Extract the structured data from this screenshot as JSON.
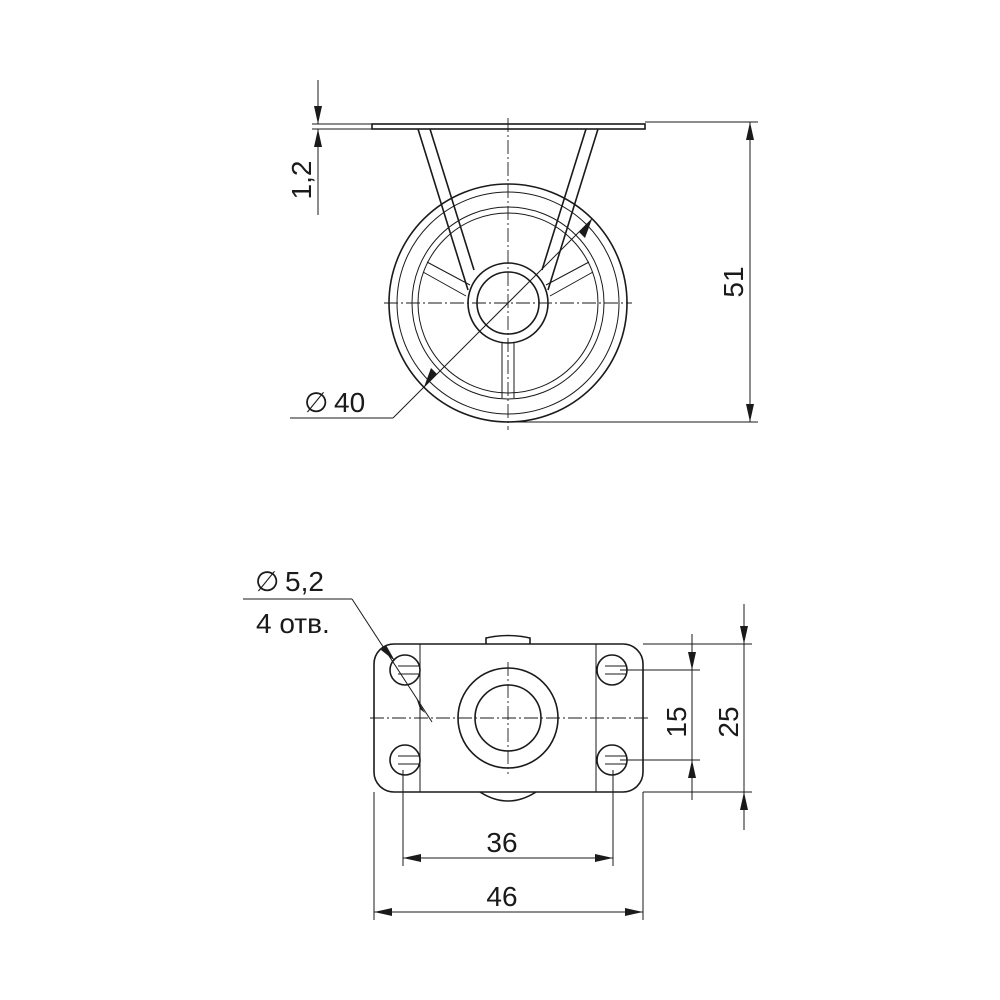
{
  "side_view": {
    "plate_thickness": "1,2",
    "total_height": "51",
    "wheel_diameter": "40"
  },
  "top_view": {
    "hole_diameter": "5,2",
    "hole_count": "4 отв.",
    "hole_spacing_height": "15",
    "plate_height": "25",
    "hole_spacing_width": "36",
    "plate_width": "46"
  },
  "symbols": {
    "diameter": "∅"
  }
}
